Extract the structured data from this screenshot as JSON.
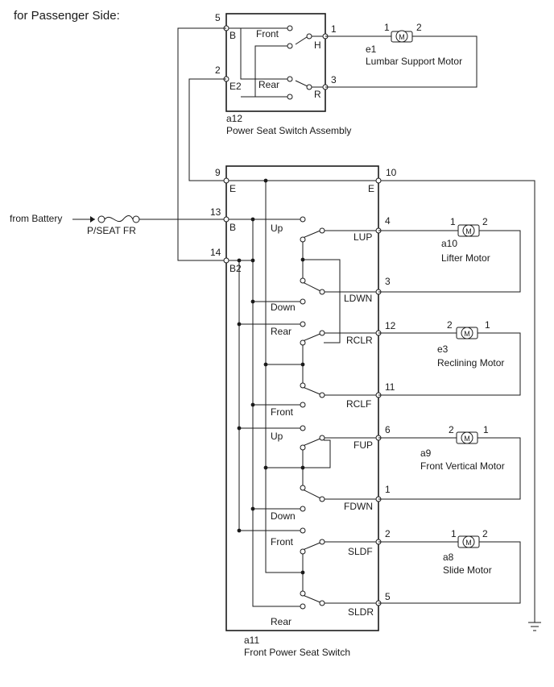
{
  "title": "for Passenger Side:",
  "battery": {
    "source_label": "from Battery",
    "fuse_label": "P/SEAT FR"
  },
  "lumbar_switch": {
    "code": "a12",
    "name": "Power Seat Switch Assembly",
    "pins": {
      "b": "5",
      "e2": "2",
      "h": "1",
      "r": "3"
    },
    "terminals": {
      "b": "B",
      "e2": "E2",
      "h": "H",
      "r": "R"
    },
    "positions": {
      "front": "Front",
      "rear": "Rear"
    }
  },
  "lumbar_motor": {
    "code": "e1",
    "name": "Lumbar Support Motor",
    "symbol": "M",
    "pin_left": "1",
    "pin_right": "2"
  },
  "front_switch": {
    "code": "a11",
    "name": "Front Power Seat Switch",
    "pins": {
      "e_left": "9",
      "e_right": "10",
      "b": "13",
      "b2": "14"
    },
    "terminals": {
      "e": "E",
      "b": "B",
      "b2": "B2"
    },
    "sections": [
      {
        "pos_a": "Up",
        "pos_b": "Down",
        "term_a": "LUP",
        "term_b": "LDWN",
        "pin_a": "4",
        "pin_b": "3"
      },
      {
        "pos_a": "Rear",
        "pos_b": "Front",
        "term_a": "RCLR",
        "term_b": "RCLF",
        "pin_a": "12",
        "pin_b": "11"
      },
      {
        "pos_a": "Up",
        "pos_b": "Down",
        "term_a": "FUP",
        "term_b": "FDWN",
        "pin_a": "6",
        "pin_b": "1"
      },
      {
        "pos_a": "Front",
        "pos_b": "Rear",
        "term_a": "SLDF",
        "term_b": "SLDR",
        "pin_a": "2",
        "pin_b": "5"
      }
    ]
  },
  "motors": [
    {
      "code": "a10",
      "name": "Lifter Motor",
      "symbol": "M",
      "pin_left": "1",
      "pin_right": "2"
    },
    {
      "code": "e3",
      "name": "Reclining Motor",
      "symbol": "M",
      "pin_left": "2",
      "pin_right": "1"
    },
    {
      "code": "a9",
      "name": "Front Vertical Motor",
      "symbol": "M",
      "pin_left": "2",
      "pin_right": "1"
    },
    {
      "code": "a8",
      "name": "Slide Motor",
      "symbol": "M",
      "pin_left": "1",
      "pin_right": "2"
    }
  ],
  "ground_icon": "ground-icon"
}
